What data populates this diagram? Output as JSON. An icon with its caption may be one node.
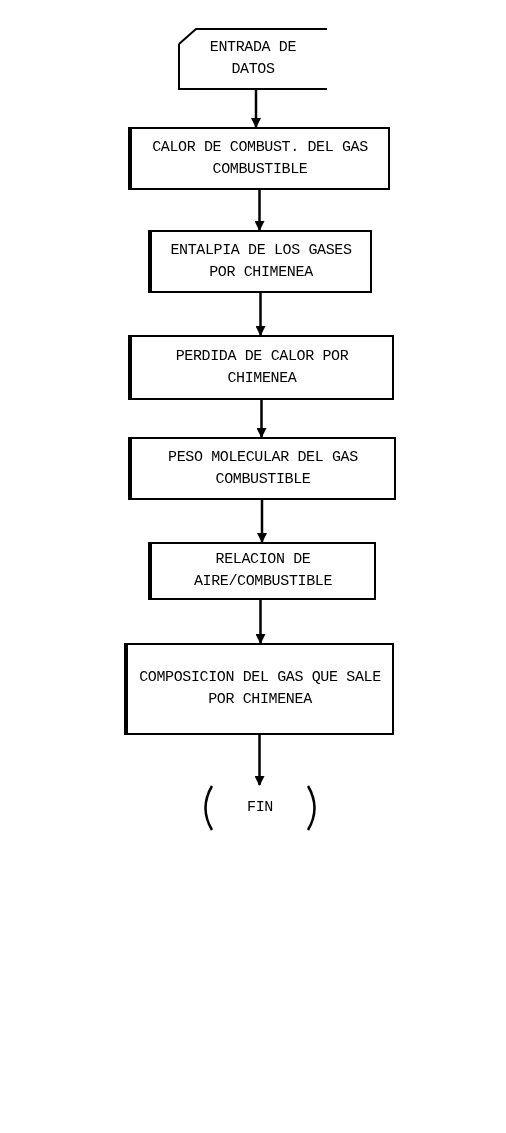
{
  "diagram": {
    "nodes": [
      {
        "text": [
          "ENTRADA DE DATOS"
        ]
      },
      {
        "text": [
          "CALOR DE COMBUST. DEL GAS COMBUSTIBLE"
        ]
      },
      {
        "text": [
          "ENTALPIA DE LOS GASES POR CHIMENEA"
        ]
      },
      {
        "text": [
          "PERDIDA DE CALOR POR CHIMENEA"
        ]
      },
      {
        "text": [
          "PESO MOLECULAR DEL GAS COMBUSTIBLE"
        ]
      },
      {
        "text": [
          "RELACION DE AIRE/COMBUSTIBLE"
        ]
      },
      {
        "text": [
          "COMPOSICION DEL GAS QUE SALE POR CHIMENEA"
        ]
      },
      {
        "text": [
          "FIN"
        ]
      }
    ],
    "edges": [
      {
        "from": 0,
        "to": 1,
        "arrow": "to"
      },
      {
        "from": 1,
        "to": 2,
        "arrow": "to"
      },
      {
        "from": 2,
        "to": 3,
        "arrow": "to"
      },
      {
        "from": 3,
        "to": 4,
        "arrow": "to"
      },
      {
        "from": 4,
        "to": 5,
        "arrow": "to"
      },
      {
        "from": 5,
        "to": 6,
        "arrow": "to"
      },
      {
        "from": 6,
        "to": 7,
        "arrow": "to"
      }
    ]
  }
}
